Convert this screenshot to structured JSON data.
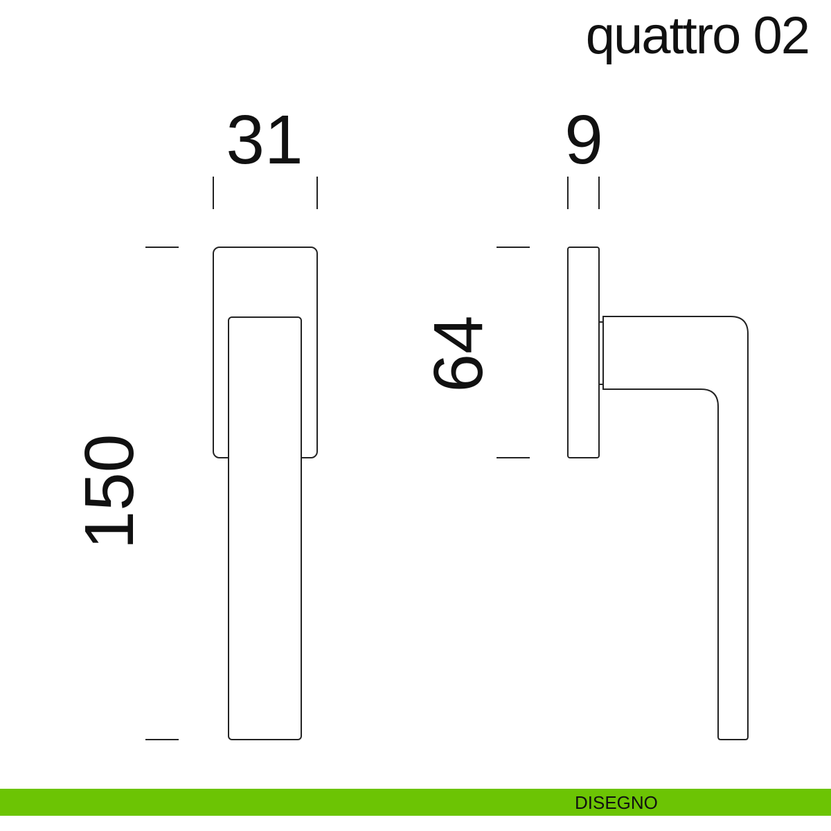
{
  "title": "quattro 02",
  "dimensions": {
    "width_front": "31",
    "depth_side": "9",
    "height_total": "150",
    "projection": "64"
  },
  "footer": {
    "label": "DISEGNO",
    "color": "#6cc404"
  }
}
